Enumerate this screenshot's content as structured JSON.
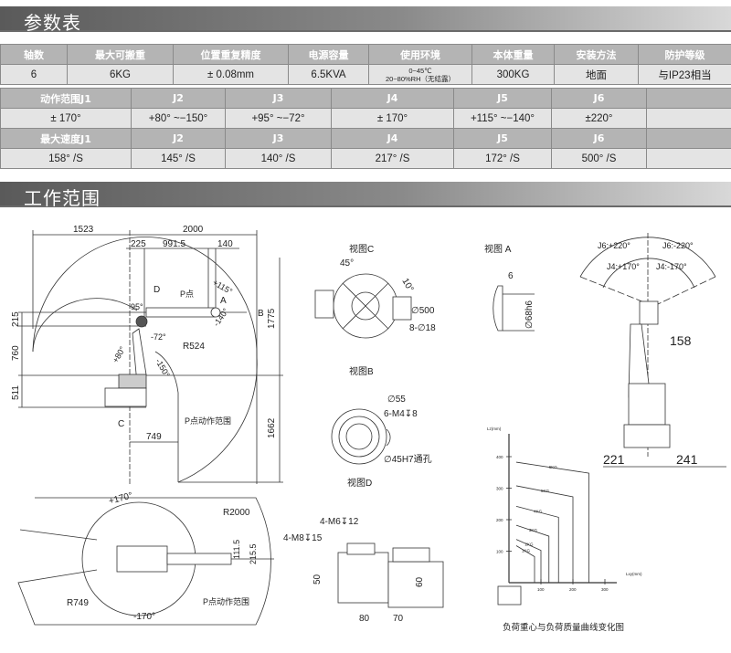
{
  "sections": {
    "params_title": "参数表",
    "workrange_title": "工作范围"
  },
  "spec_table": {
    "headers": [
      "轴数",
      "最大可搬重",
      "位置重复精度",
      "电源容量",
      "使用环境",
      "本体重量",
      "安装方法",
      "防护等级"
    ],
    "values": [
      "6",
      "6KG",
      "± 0.08mm",
      "6.5KVA",
      "",
      "300KG",
      "地面",
      "与IP23相当"
    ],
    "environment": {
      "line1": "0~45℃",
      "line2": "20~80%RH（无结露）"
    }
  },
  "motion_range": {
    "headers": [
      "动作范围J1",
      "J2",
      "J3",
      "J4",
      "J5",
      "J6",
      ""
    ],
    "values": [
      "± 170°",
      "+80° ~−150°",
      "+95° ~−72°",
      "± 170°",
      "+115° ~−140°",
      "±220°",
      ""
    ]
  },
  "max_speed": {
    "headers": [
      "最大速度J1",
      "J2",
      "J3",
      "J4",
      "J5",
      "J6",
      ""
    ],
    "values": [
      "158° /S",
      "145° /S",
      "140° /S",
      "217° /S",
      "172° /S",
      "500° /S",
      ""
    ]
  },
  "side_view": {
    "dims": {
      "d1523": "1523",
      "d2000": "2000",
      "d225": "225",
      "d991": "991.5",
      "d140": "140",
      "d215": "215",
      "d760": "760",
      "d511": "511",
      "d1775": "1775",
      "d1662": "1662",
      "d749": "749",
      "r524": "R524"
    },
    "angles": {
      "a95": "95°",
      "a72": "-72°",
      "a80": "+80°",
      "a150": "-150°",
      "a115": "+115°",
      "a140": "-140°"
    },
    "labels": {
      "D": "D",
      "B": "B",
      "C": "C",
      "A": "A",
      "p_point": "P点",
      "p_range": "P点动作范围"
    }
  },
  "view_c": {
    "title": "视图C",
    "a45": "45°",
    "a10": "10°",
    "phi500": "∅500",
    "holes": "8-∅18",
    "view_b": "视图B"
  },
  "view_a": {
    "title": "视图 A",
    "d6": "6",
    "phi68": "∅68h6"
  },
  "view_d": {
    "phi55": "∅55",
    "m4": "6-M4↧8",
    "phi45": "∅45H7通孔",
    "title": "视图D"
  },
  "front_view": {
    "j6p": "J6:+220°",
    "j6m": "J6:-220°",
    "j4p": "J4:+170°",
    "j4m": "J4:-170°",
    "d158": "158",
    "d221": "221",
    "d241": "241"
  },
  "top_view": {
    "a170p": "+170°",
    "a170m": "-170°",
    "r2000": "R2000",
    "r749": "R749",
    "d111": "111.5",
    "d215": "215.5",
    "p_range": "P点动作范围"
  },
  "arm_view": {
    "m6": "4-M6↧12",
    "m8": "4-M8↧15",
    "d50": "50",
    "d60": "60",
    "d80": "80",
    "d70": "70"
  },
  "chart_data": {
    "type": "line",
    "title": "负荷重心与负荷质量曲线变化图",
    "xlabel": "Lxy(mm)",
    "ylabel": "Lz(mm)",
    "xlim": [
      0,
      350
    ],
    "ylim": [
      0,
      450
    ],
    "x_ticks": [
      100,
      200,
      300
    ],
    "y_ticks": [
      100,
      200,
      300,
      400
    ],
    "series": [
      {
        "name": "6KG",
        "lz": 365,
        "lxy": 250
      },
      {
        "name": "5KG",
        "lz": 290,
        "lxy": 200
      },
      {
        "name": "4KG",
        "lz": 225,
        "lxy": 155
      },
      {
        "name": "3KG",
        "lz": 165,
        "lxy": 125
      },
      {
        "name": "2KG",
        "lz": 120,
        "lxy": 100
      },
      {
        "name": "1KG",
        "lz": 100,
        "lxy": 80
      }
    ]
  }
}
